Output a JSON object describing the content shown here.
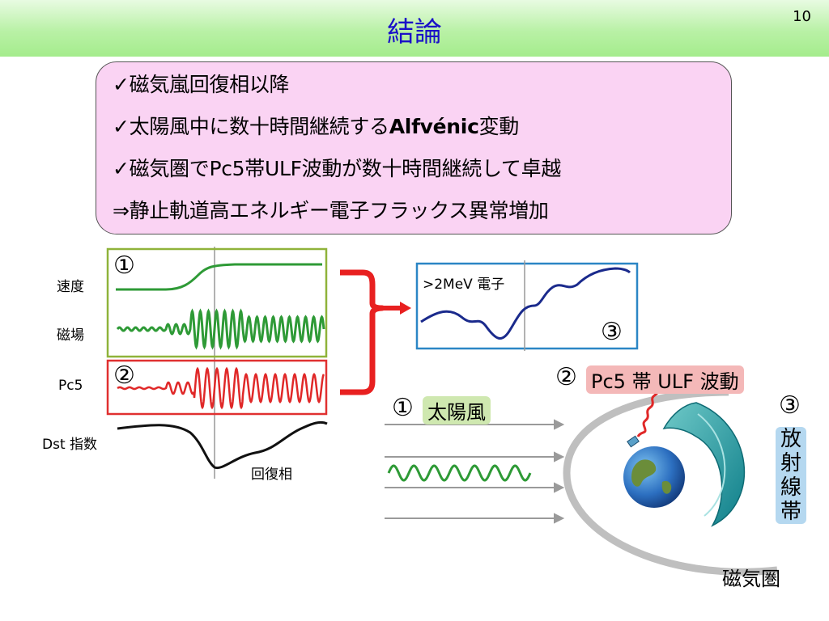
{
  "slide": {
    "title": "結論",
    "page_number": "10"
  },
  "summary": {
    "line1": "✓磁気嵐回復相以降",
    "line2_a": "✓太陽風中に数十時間継続する",
    "line2_b": "Alfvénic",
    "line2_c": "変動",
    "line3": "✓磁気圏でPc5帯ULF波動が数十時間継続して卓越",
    "line4": "⇒静止軌道高エネルギー電子フラックス異常増加"
  },
  "panel_labels": {
    "speed": "速度",
    "field": "磁場",
    "pc5": "Pc5",
    "dst": "Dst 指数",
    "recovery": "回復相"
  },
  "markers": {
    "one": "①",
    "two": "②",
    "three": "③"
  },
  "electron_box_label": ">2MeV 電子",
  "diagram": {
    "solar_wind": "太陽風",
    "ulf_wave": "Pc5 帯 ULF 波動",
    "radiation_belt": [
      "放",
      "射",
      "線",
      "帯"
    ],
    "magnetosphere": "磁気圏"
  },
  "colors": {
    "title": "#1a10c8",
    "green_box": "#8fb33a",
    "red_box": "#e03030",
    "blue_box": "#2b86c5",
    "bracket": "#e82020"
  }
}
